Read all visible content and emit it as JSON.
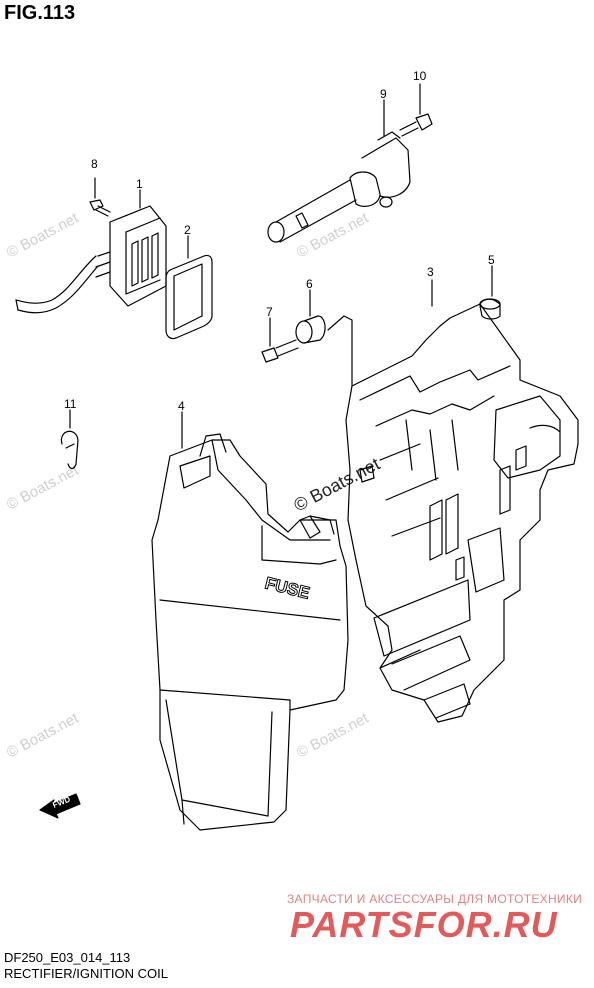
{
  "figure": {
    "title": "FIG.113",
    "code": "DF250_E03_014_113",
    "caption": "RECTIFIER/IGNITION COIL"
  },
  "callouts": [
    "1",
    "2",
    "3",
    "4",
    "5",
    "6",
    "7",
    "8",
    "9",
    "10",
    "11"
  ],
  "part_markings": {
    "fuse": "FUSE",
    "fwd": "FWD"
  },
  "watermark": {
    "text": "© Boats.net"
  },
  "vendor": {
    "tagline": "ЗАПЧАСТИ И АКСЕССУАРЫ ДЛЯ МОТОТЕХНИКИ",
    "brand": "PARTSFOR.RU"
  }
}
